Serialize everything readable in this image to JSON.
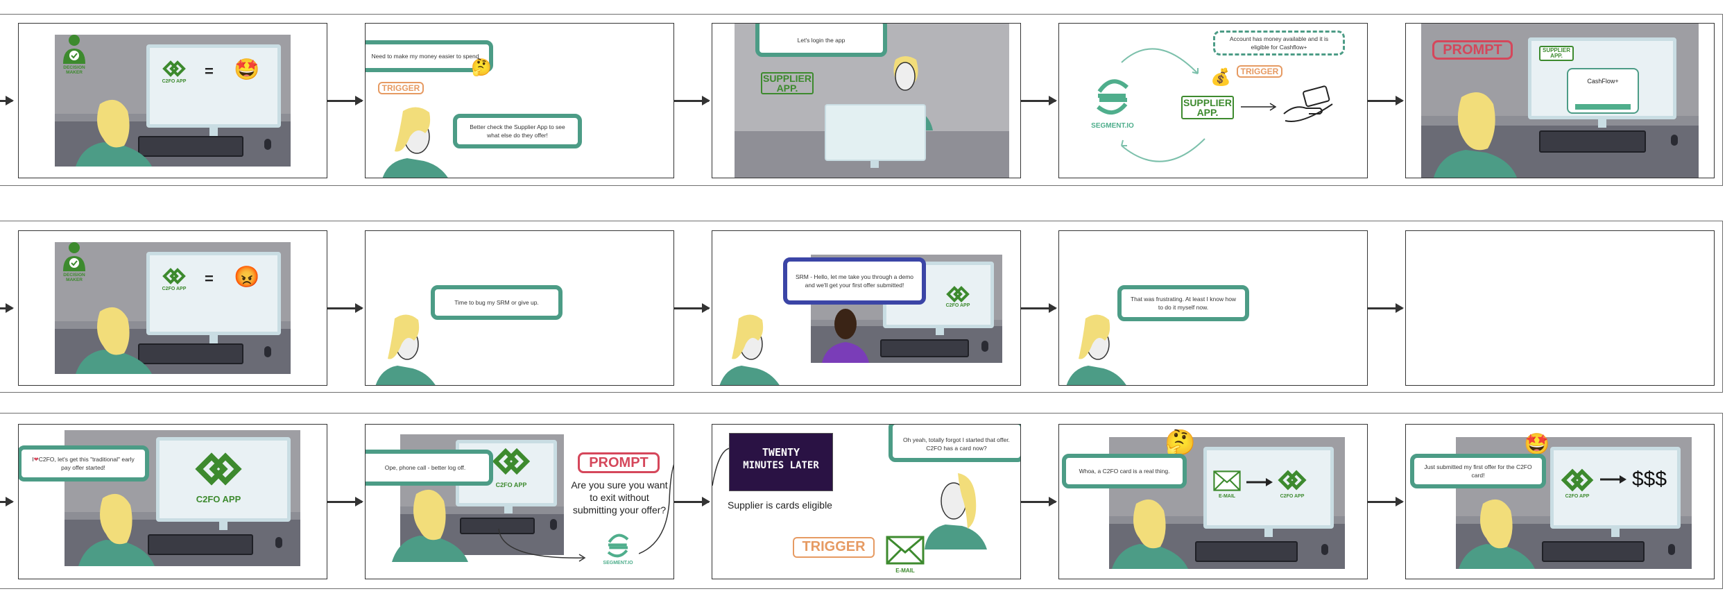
{
  "logo_c2fo": "C2FO APP",
  "decision_maker": "DECISION MAKER",
  "row1": {
    "p1": {
      "equals": "=",
      "emoji": "🤩"
    },
    "p2": {
      "bubble_top": "Need to make my money easier to spend",
      "trigger": "TRIGGER",
      "emoji": "🤔",
      "bubble_bottom": "Better check the Supplier App to see what else do they offer!"
    },
    "p3": {
      "bubble": "Let's login the app",
      "supplier_app": "SUPPLIER APP."
    },
    "p4": {
      "bubble": "Account has money available and it is eligible for Cashflow+",
      "trigger": "TRIGGER",
      "segment": "SEGMENT.IO",
      "supplier_app": "SUPPLIER APP.",
      "moneybag": "💰"
    },
    "p5": {
      "prompt": "PROMPT",
      "supplier_app": "SUPPLIER APP.",
      "card_title": "CashFlow+"
    }
  },
  "row2": {
    "p1": {
      "equals": "=",
      "emoji": "😡"
    },
    "p2": {
      "bubble": "Time to bug my SRM or give up."
    },
    "p3": {
      "bubble": "SRM - Hello, let me take you through a demo and we'll get your first offer submitted!"
    },
    "p4": {
      "bubble": "That was frustrating. At least I know how to do it myself now."
    }
  },
  "row3": {
    "p1": {
      "bubble_pre": "I",
      "heart": "❤",
      "bubble_post": "C2FO, let's get this \"traditional\" early pay offer started!"
    },
    "p2": {
      "bubble": "Ope, phone call - better log off.",
      "prompt": "PROMPT",
      "prompt_text": "Are you sure you want to exit without submitting your offer?",
      "segment": "SEGMENT.IO"
    },
    "p3": {
      "title_line1": "TWENTY",
      "title_line2": "MINUTES LATER",
      "caption": "Supplier is cards eligible",
      "trigger": "TRIGGER",
      "email": "E-MAIL",
      "bubble": "Oh yeah, totally forgot I started that offer. C2FO has a card now?"
    },
    "p4": {
      "bubble": "Whoa, a C2FO card is a real thing.",
      "emoji": "🤔",
      "email": "E-MAIL"
    },
    "p5": {
      "bubble": "Just submitted my first offer for the C2FO card!",
      "emoji": "🤩",
      "money": "$$$"
    }
  }
}
